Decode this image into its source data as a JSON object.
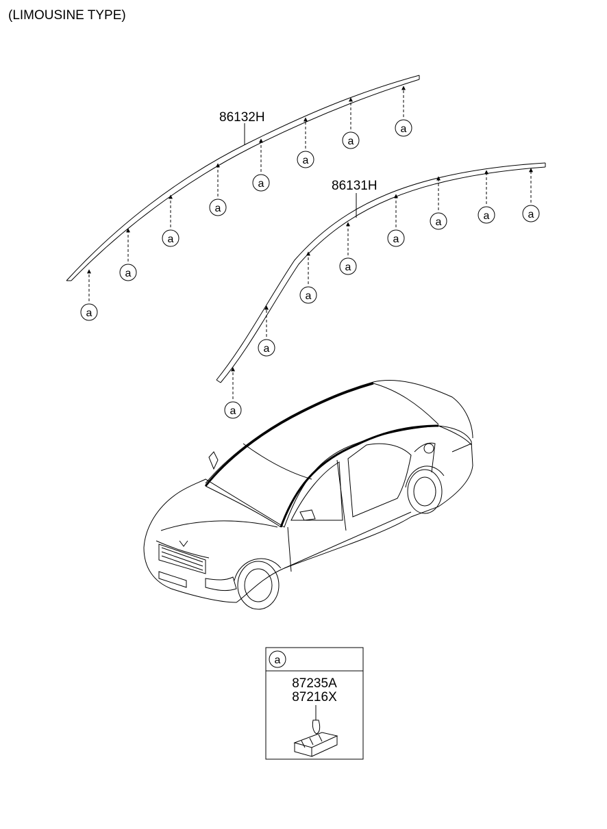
{
  "header": {
    "title": "(LIMOUSINE TYPE)"
  },
  "parts": {
    "left_molding": "86132H",
    "right_molding": "86131H"
  },
  "callout": {
    "clip_letter": "a"
  },
  "legend": {
    "key": "a",
    "part_numbers": [
      "87235A",
      "87216X"
    ]
  }
}
